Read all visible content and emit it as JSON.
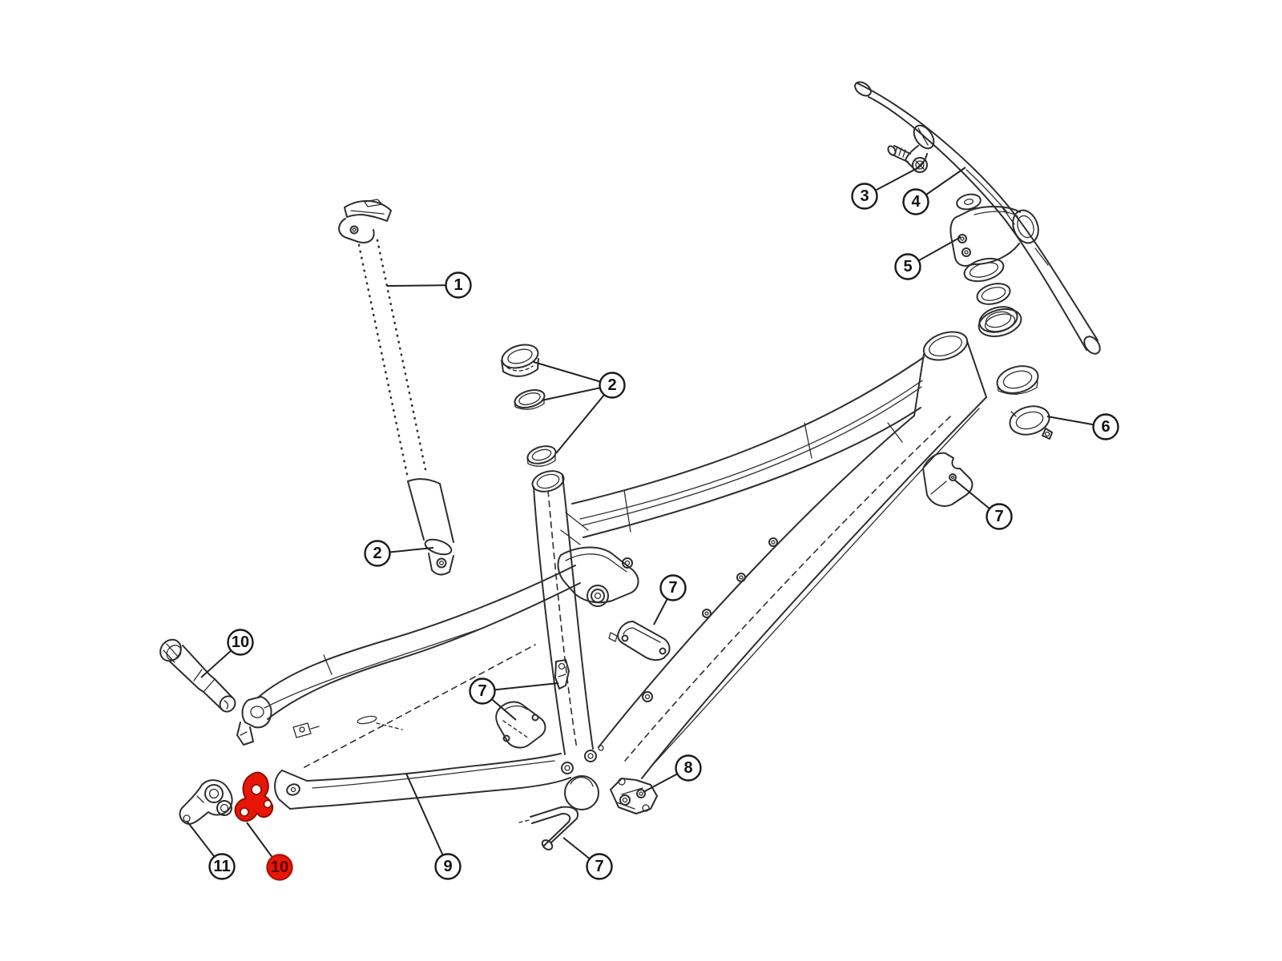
{
  "document": {
    "kind": "exploded-parts-line-diagram",
    "subject": "full-suspension-bicycle-frameset",
    "background": "#ffffff"
  },
  "style": {
    "line_color": "#2e2e2e",
    "leader_color": "#222222",
    "callout_fill": "#ffffff",
    "callout_stroke": "#1a1a1a",
    "callout_text": "#111111",
    "highlight_fill": "#e81608",
    "highlight_stroke": "#b51105",
    "highlight_text": "#5c0200",
    "highlight_part_stroke": "#8c0f04"
  },
  "callouts": {
    "seatpost": {
      "label": "1",
      "highlighted": false
    },
    "seat_collar_set": {
      "label": "2",
      "highlighted": false
    },
    "seatpost_clamp": {
      "label": "2",
      "highlighted": false
    },
    "bar_clamp": {
      "label": "3",
      "highlighted": false
    },
    "handlebar": {
      "label": "4",
      "highlighted": false
    },
    "stem": {
      "label": "5",
      "highlighted": false
    },
    "headset_ring": {
      "label": "6",
      "highlighted": false
    },
    "headtube_guard": {
      "label": "7",
      "highlighted": false
    },
    "downtube_protector": {
      "label": "7",
      "highlighted": false
    },
    "chainstay_protector": {
      "label": "7",
      "highlighted": false
    },
    "hose_sleeve": {
      "label": "7",
      "highlighted": false
    },
    "chain_guide_mount": {
      "label": "8",
      "highlighted": false
    },
    "chainstay_arm": {
      "label": "9",
      "highlighted": false
    },
    "thru_axle": {
      "label": "10",
      "highlighted": false
    },
    "derailleur_hanger": {
      "label": "10",
      "highlighted": true
    },
    "brake_mount_bracket": {
      "label": "11",
      "highlighted": false
    }
  }
}
